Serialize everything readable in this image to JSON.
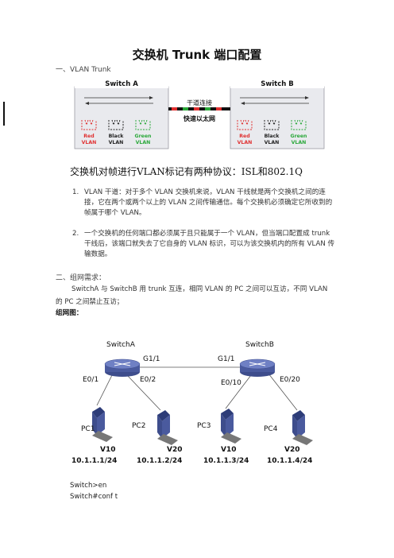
{
  "title": "交换机 Trunk 端口配置",
  "section1": "一、VLAN Trunk",
  "fig1": {
    "switch_a": "Switch A",
    "switch_b": "Switch B",
    "trunk_label": "干道连接",
    "fast_ethernet": "快速以太网",
    "vlans": [
      {
        "line1": "Red",
        "line2": "VLAN",
        "color": "#e03030"
      },
      {
        "line1": "Black",
        "line2": "VLAN",
        "color": "#222222"
      },
      {
        "line1": "Green",
        "line2": "VLAN",
        "color": "#2aa83a"
      }
    ]
  },
  "subtitle": "交换机对帧进行VLAN标记有两种协议：ISL和802.1Q",
  "list": [
    {
      "num": "1.",
      "text": "VLAN 干道：对于多个 VLAN 交换机来说，VLAN 干线就是两个交换机之间的连接，它在两个或两个以上的 VLAN 之间传输通信。每个交换机必须确定它所收到的帧属于哪个 VLAN。"
    },
    {
      "num": "2.",
      "text": "一个交换机的任何端口都必须属于且只能属于一个 VLAN，但当端口配置成 trunk 干线后，该端口就失去了它自身的 VLAN 标识，可以为该交换机内的所有 VLAN 传输数据。"
    }
  ],
  "section2": "二、组网需求：",
  "requirement": "SwitchA 与 SwitchB 用 trunk 互连，相同 VLAN 的 PC 之间可以互访，不同 VLAN 的 PC 之间禁止互访；",
  "network_label": "组网图：",
  "fig2": {
    "switch_a": "SwitchA",
    "switch_b": "SwitchB",
    "g_a": "G1/1",
    "g_b": "G1/1",
    "ports": [
      "E0/1",
      "E0/2",
      "E0/10",
      "E0/20"
    ],
    "pcs": [
      {
        "name": "PC1",
        "vlan": "V10",
        "ip": "10.1.1.1/24"
      },
      {
        "name": "PC2",
        "vlan": "V20",
        "ip": "10.1.1.2/24"
      },
      {
        "name": "PC3",
        "vlan": "V10",
        "ip": "10.1.1.3/24"
      },
      {
        "name": "PC4",
        "vlan": "V20",
        "ip": "10.1.1.4/24"
      }
    ],
    "switch_color": "#5566a8"
  },
  "code": [
    "Switch>en",
    "Switch#conf t"
  ]
}
